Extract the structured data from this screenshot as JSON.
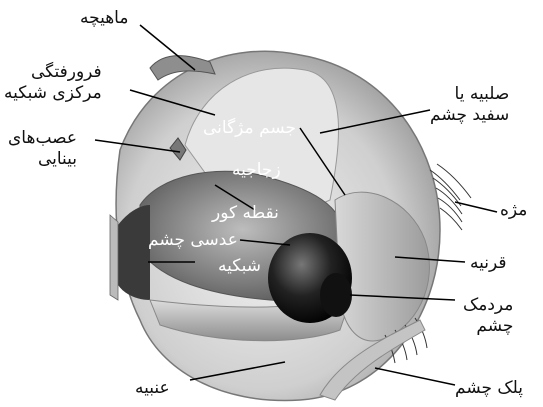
{
  "labels": {
    "muscle": "ماهیچه",
    "fovea": "فرورفتگی\nمرکزی شبکیه",
    "optic_nerves": "عصب‌های\nبینایی",
    "ciliary_body": "جسم مژگانی",
    "vitreous": "زجاجیه",
    "blind_spot": "نقطه کور",
    "lens": "عدسی چشم",
    "retina": "شبکیه",
    "sclera": "صلبیه یا\nسفید چشم",
    "eyelash": "مژه",
    "cornea": "قرنیه",
    "pupil": "مردمک\nچشم",
    "choroid": "عنبیه",
    "eyelid": "پلک چشم"
  }
}
